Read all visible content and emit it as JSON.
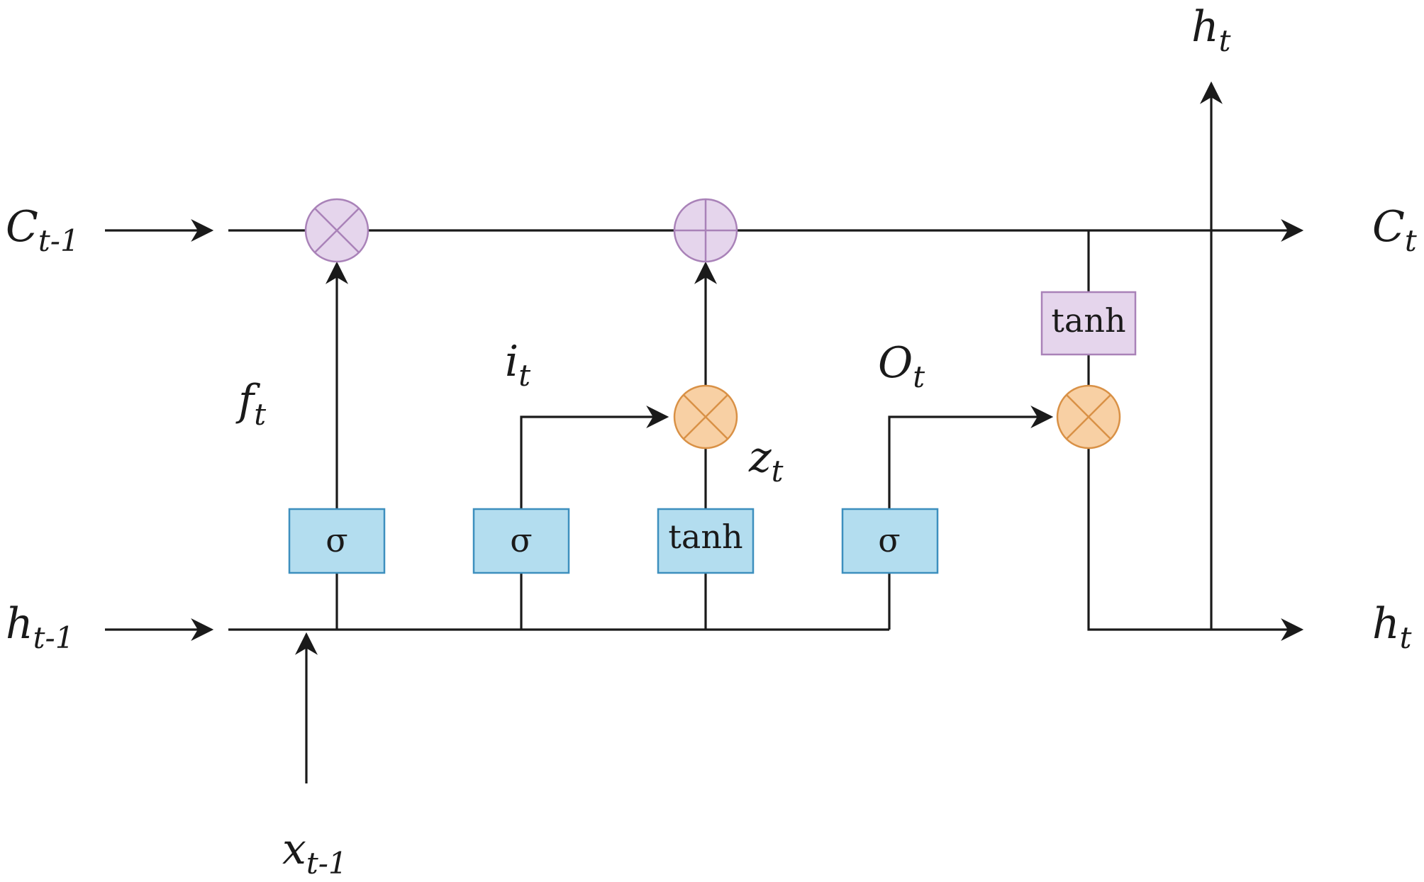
{
  "labels": {
    "c_prev": {
      "base": "C",
      "sub": "t-1"
    },
    "c_next": {
      "base": "C",
      "sub": "t"
    },
    "h_prev": {
      "base": "h",
      "sub": "t-1"
    },
    "h_next": {
      "base": "h",
      "sub": "t"
    },
    "h_out": {
      "base": "h",
      "sub": "t"
    },
    "x_prev": {
      "base": "x",
      "sub": "t-1"
    },
    "f_gate": {
      "base": "f",
      "sub": "t"
    },
    "i_gate": {
      "base": "i",
      "sub": "t"
    },
    "o_gate": {
      "base": "O",
      "sub": "t"
    },
    "z_cand": {
      "base": "z",
      "sub": "t"
    }
  },
  "gates": {
    "forget_sigma": "σ",
    "input_sigma": "σ",
    "candidate_tanh": "tanh",
    "output_sigma": "σ",
    "cell_tanh": "tanh"
  },
  "colors": {
    "gate_fill": "#b3ddef",
    "gate_stroke": "#3d8fbe",
    "purple_fill": "#e5d5ec",
    "purple_stroke": "#a982b8",
    "orange_fill": "#f8d0a4",
    "orange_stroke": "#d99146",
    "line": "#1a1a1a"
  }
}
